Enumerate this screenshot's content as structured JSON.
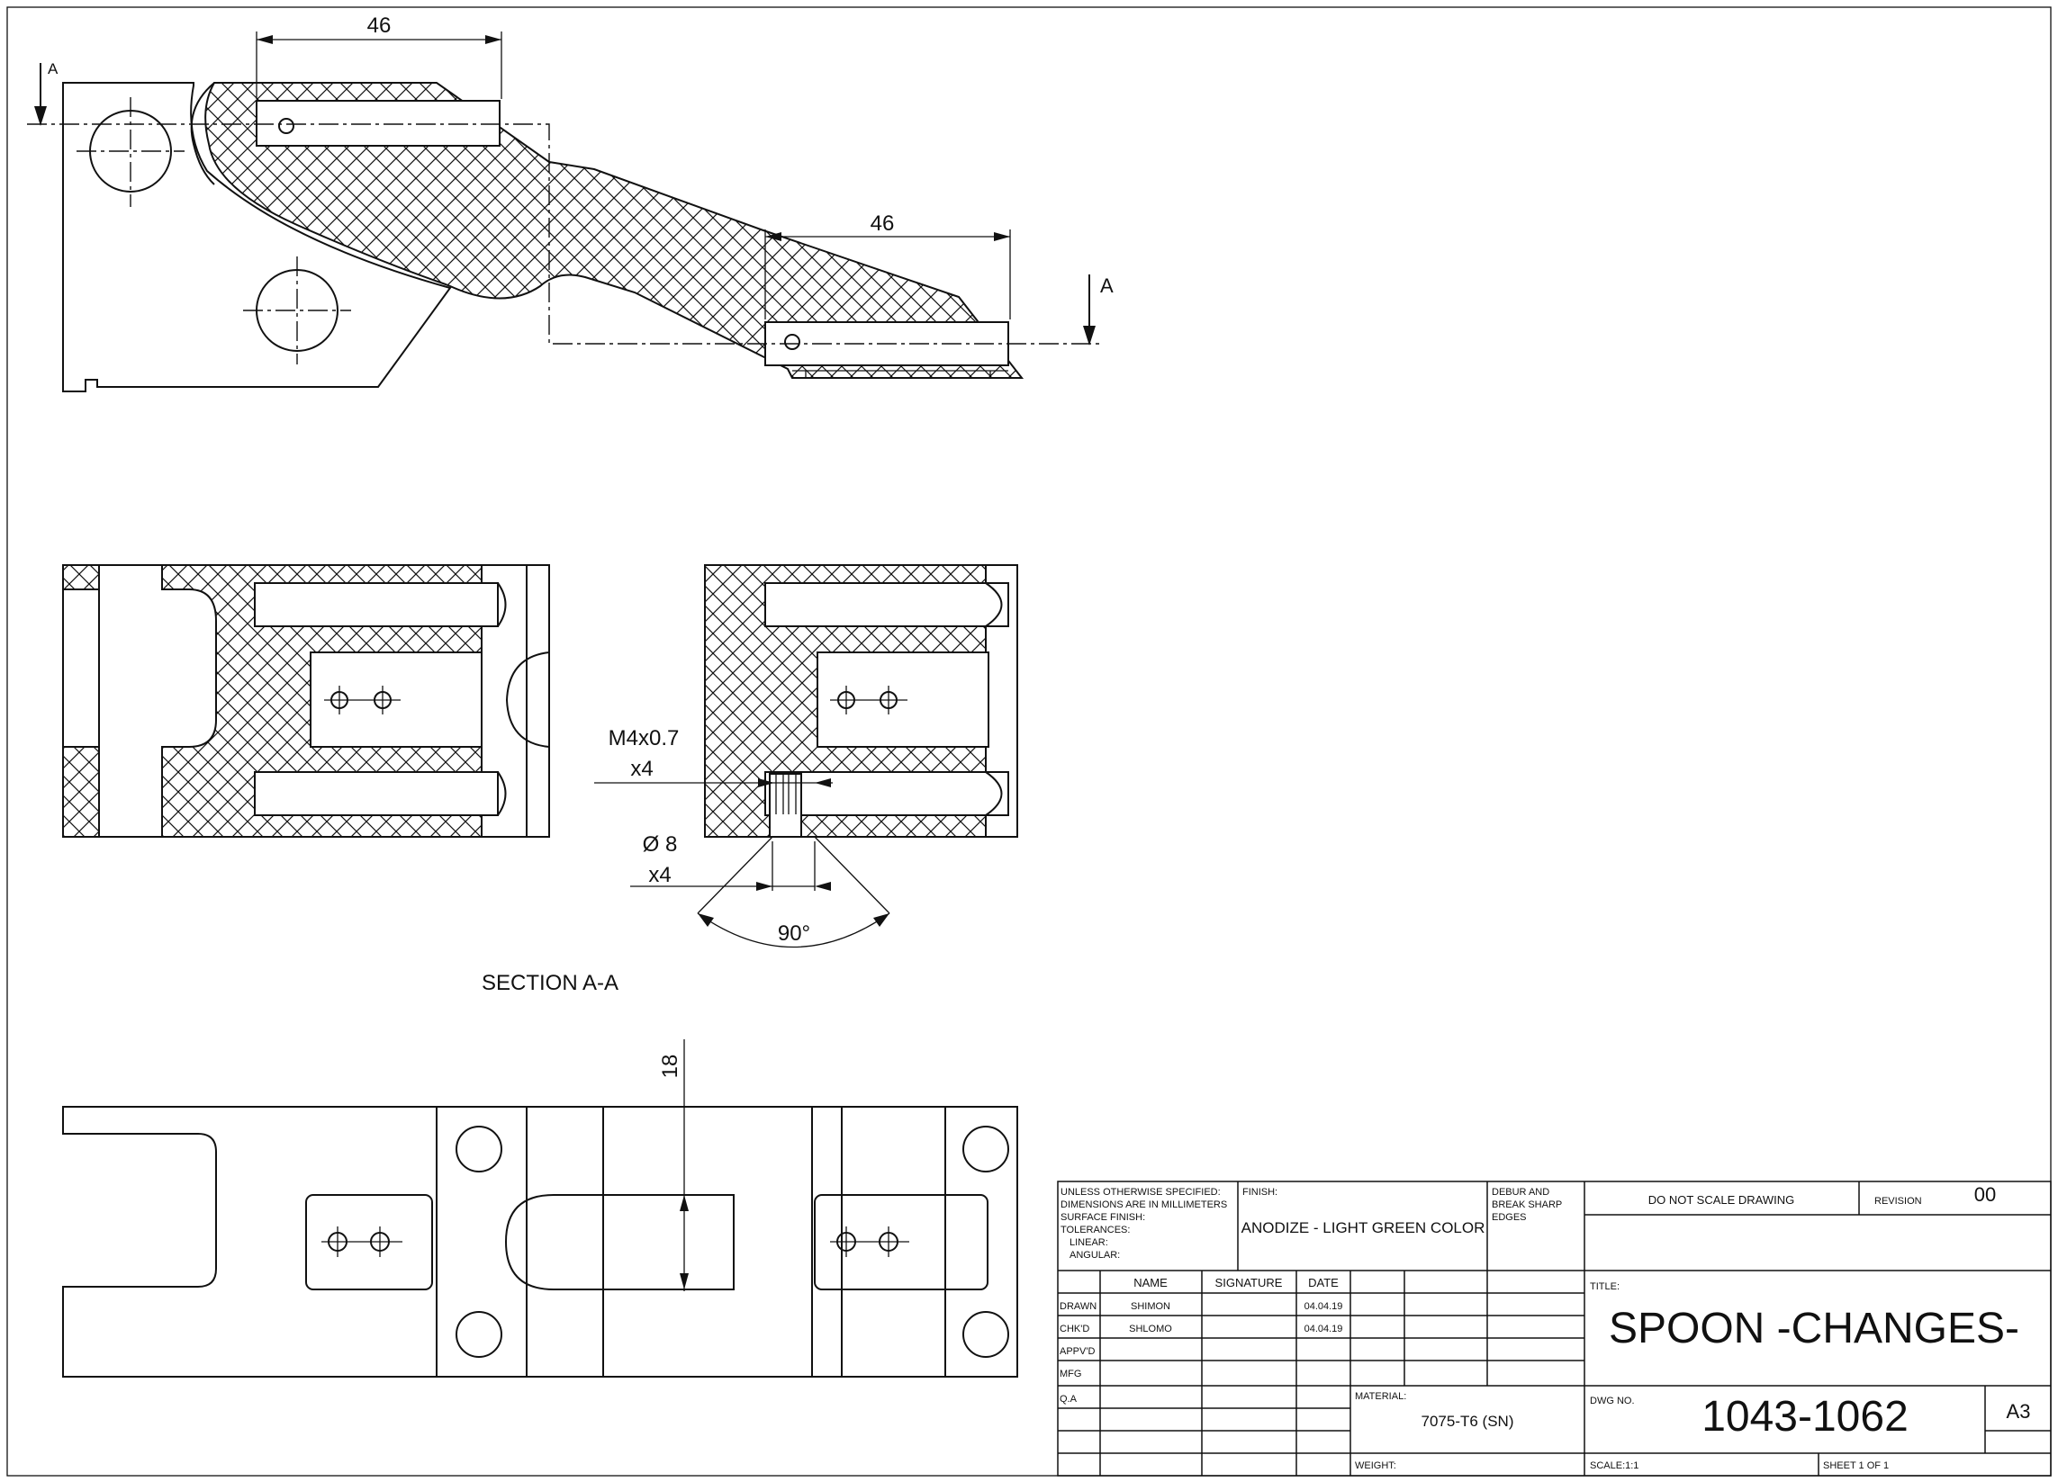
{
  "section_markers": {
    "left": "A",
    "right": "A"
  },
  "dimensions": {
    "top_left_length": "46",
    "top_right_length": "46",
    "thread": "M4x0.7",
    "thread_qty": "x4",
    "counterbore_dia": "Ø 8",
    "counterbore_qty": "x4",
    "angle": "90°",
    "slot_width": "18"
  },
  "section_label": "SECTION A-A",
  "title_block": {
    "general_notes": [
      "UNLESS OTHERWISE SPECIFIED:",
      "DIMENSIONS ARE IN MILLIMETERS",
      "SURFACE FINISH:",
      "TOLERANCES:",
      "LINEAR:",
      "ANGULAR:"
    ],
    "finish_label": "FINISH:",
    "finish_value": "ANODIZE - LIGHT GREEN COLOR",
    "deburr_note": [
      "DEBUR AND",
      "BREAK SHARP",
      "EDGES"
    ],
    "do_not_scale": "DO NOT SCALE DRAWING",
    "revision_label": "REVISION",
    "revision_value": "00",
    "headers": {
      "name": "NAME",
      "signature": "SIGNATURE",
      "date": "DATE"
    },
    "rows": [
      {
        "role": "DRAWN",
        "name": "SHIMON",
        "date": "04.04.19"
      },
      {
        "role": "CHK'D",
        "name": "SHLOMO",
        "date": "04.04.19"
      },
      {
        "role": "APPV'D",
        "name": "",
        "date": ""
      },
      {
        "role": "MFG",
        "name": "",
        "date": ""
      },
      {
        "role": "Q.A",
        "name": "",
        "date": ""
      }
    ],
    "material_label": "MATERIAL:",
    "material_value": "7075-T6 (SN)",
    "weight_label": "WEIGHT:",
    "title_label": "TITLE:",
    "title_value": "SPOON -CHANGES-",
    "dwg_no_label": "DWG NO.",
    "dwg_no_value": "1043-1062",
    "sheet_size": "A3",
    "scale": "SCALE:1:1",
    "sheet": "SHEET 1 OF 1"
  }
}
